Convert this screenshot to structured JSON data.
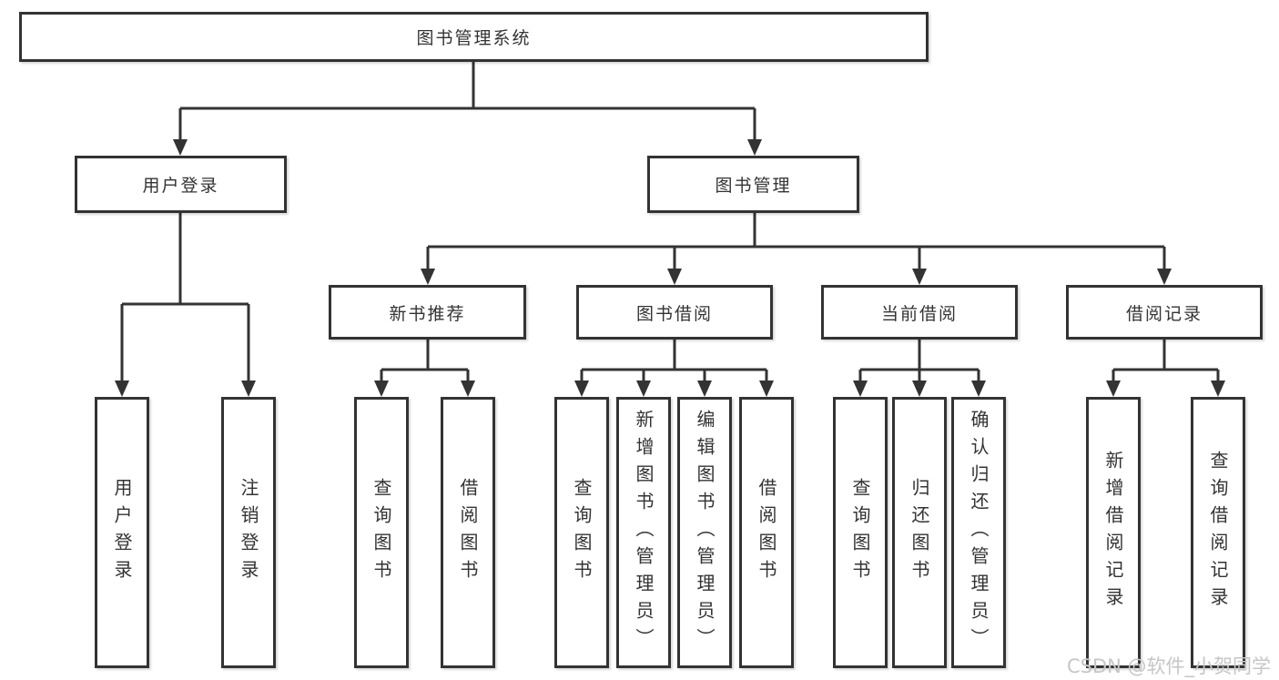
{
  "root": {
    "label": "图书管理系统"
  },
  "branches": [
    {
      "label": "用户登录"
    },
    {
      "label": "图书管理"
    }
  ],
  "modules": [
    {
      "label": "新书推荐"
    },
    {
      "label": "图书借阅"
    },
    {
      "label": "当前借阅"
    },
    {
      "label": "借阅记录"
    }
  ],
  "leaves": [
    {
      "label": "用户登录"
    },
    {
      "label": "注销登录"
    },
    {
      "label": "查询图书"
    },
    {
      "label": "借阅图书"
    },
    {
      "label": "查询图书"
    },
    {
      "label": "新增图书（管理员）"
    },
    {
      "label": "编辑图书（管理员）"
    },
    {
      "label": "借阅图书"
    },
    {
      "label": "查询图书"
    },
    {
      "label": "归还图书"
    },
    {
      "label": "确认归还（管理员）"
    },
    {
      "label": "新增借阅记录"
    },
    {
      "label": "查询借阅记录"
    }
  ],
  "watermark": "CSDN @软件_小贺同学",
  "colors": {
    "line": "#333333",
    "text": "#333333",
    "watermark": "#c6c6c6",
    "background": "#ffffff"
  }
}
